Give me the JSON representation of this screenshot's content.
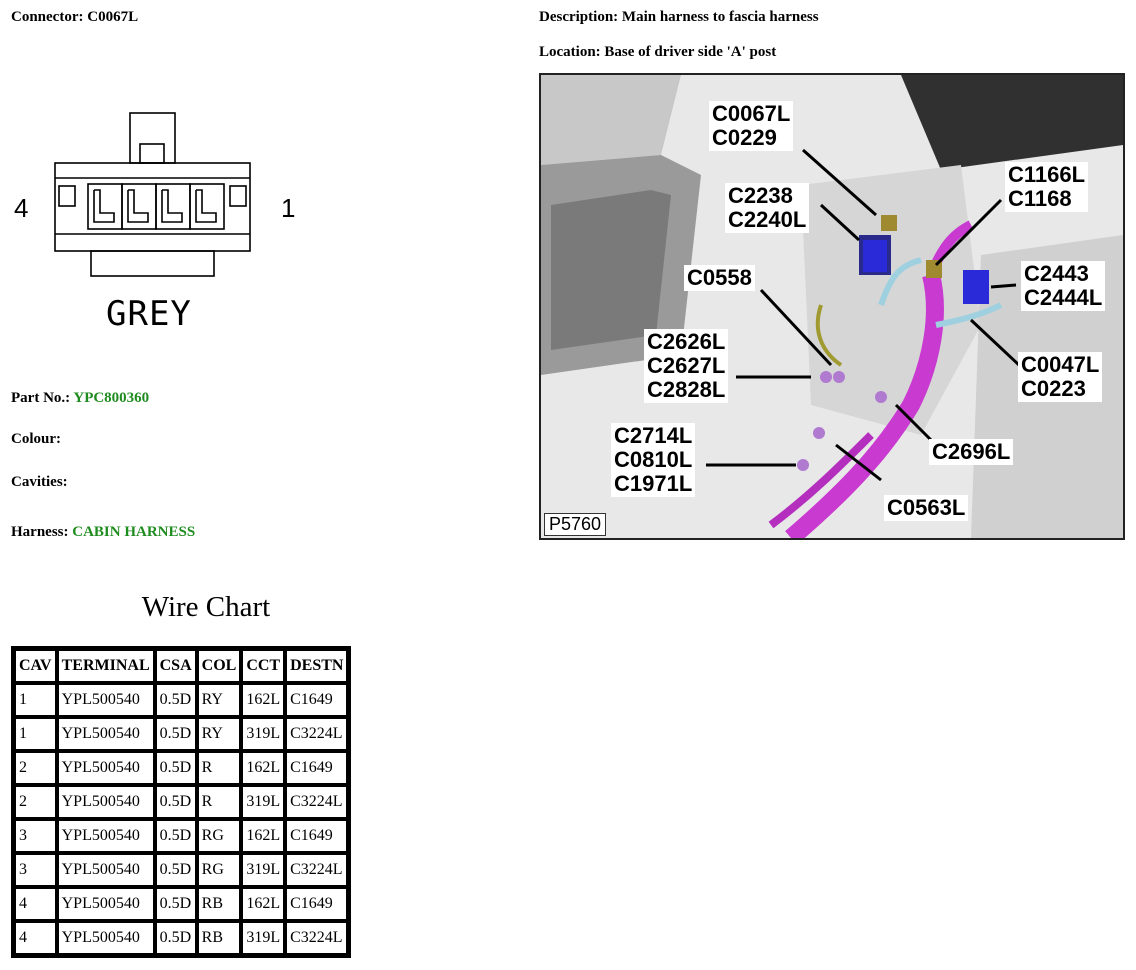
{
  "connector": {
    "label": "Connector:",
    "value": "C0067L"
  },
  "description": {
    "label": "Description:",
    "value": "Main harness to fascia harness"
  },
  "location": {
    "label": "Location:",
    "value": "Base of driver side 'A' post"
  },
  "diagram": {
    "left_num": "4",
    "right_num": "1",
    "color_label": "GREY"
  },
  "part_no": {
    "label": "Part No.:",
    "value": "YPC800360"
  },
  "colour": {
    "label": "Colour:",
    "value": ""
  },
  "cavities": {
    "label": "Cavities:",
    "value": ""
  },
  "harness": {
    "label": "Harness:",
    "value": "CABIN HARNESS"
  },
  "wire_chart": {
    "title": "Wire Chart",
    "headers": [
      "CAV",
      "TERMINAL",
      "CSA",
      "COL",
      "CCT",
      "DESTN"
    ],
    "rows": [
      [
        "1",
        "YPL500540",
        "0.5D",
        "RY",
        "162L",
        "C1649"
      ],
      [
        "1",
        "YPL500540",
        "0.5D",
        "RY",
        "319L",
        "C3224L"
      ],
      [
        "2",
        "YPL500540",
        "0.5D",
        "R",
        "162L",
        "C1649"
      ],
      [
        "2",
        "YPL500540",
        "0.5D",
        "R",
        "319L",
        "C3224L"
      ],
      [
        "3",
        "YPL500540",
        "0.5D",
        "RG",
        "162L",
        "C1649"
      ],
      [
        "3",
        "YPL500540",
        "0.5D",
        "RG",
        "319L",
        "C3224L"
      ],
      [
        "4",
        "YPL500540",
        "0.5D",
        "RB",
        "162L",
        "C1649"
      ],
      [
        "4",
        "YPL500540",
        "0.5D",
        "RB",
        "319L",
        "C3224L"
      ]
    ]
  },
  "photo": {
    "code": "P5760",
    "callouts": [
      "C0067L\nC0229",
      "C2238\nC2240L",
      "C1166L\nC1168",
      "C0558",
      "C2443\nC2444L",
      "C2626L\nC2627L\nC2828L",
      "C0047L\nC0223",
      "C2714L\nC0810L\nC1971L",
      "C2696L",
      "C0563L"
    ]
  },
  "colors": {
    "accent_green": "#1f8c1f",
    "harness_magenta": "#c93ad0",
    "connector_blue": "#2a2ad8"
  }
}
